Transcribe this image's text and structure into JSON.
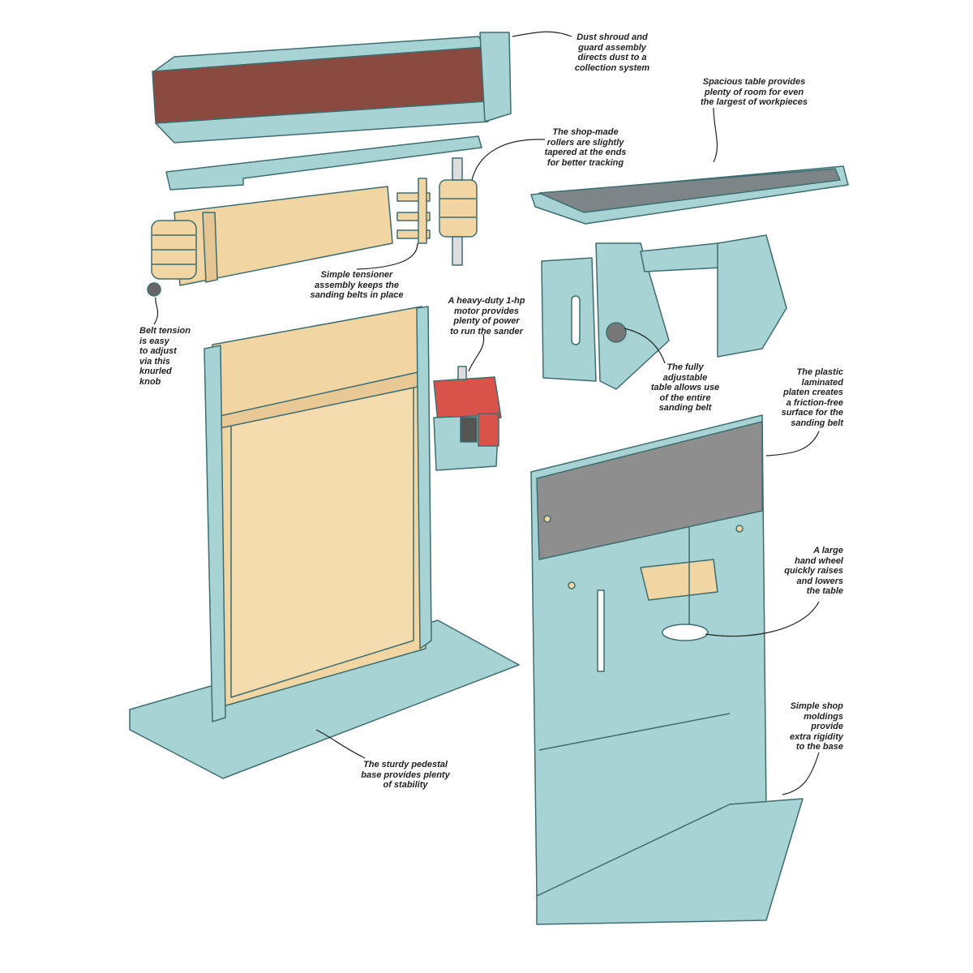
{
  "title": "Exploded view of shop-made belt sander",
  "colors": {
    "steel": "#a8d3d4",
    "outline": "#3d6d70",
    "wood": "#f1d6a4",
    "belt": "#8b4a3f",
    "platen": "#8e8e8e",
    "motor": "#d8544b"
  },
  "callouts": {
    "dust_shroud": "Dust shroud and\nguard assembly\ndirects dust to a\ncollection system",
    "table": "Spacious table provides\nplenty of room for even\nthe largest of workpieces",
    "rollers": "The shop-made\nrollers are slightly\ntapered at the ends\nfor better tracking",
    "tensioner": "Simple tensioner\nassembly keeps the\nsanding belts in place",
    "knob": "Belt tension\nis easy\nto adjust\nvia this\nknurled\nknob",
    "motor": "A heavy-duty 1-hp\nmotor provides\nplenty of power\nto run the sander",
    "adjustable_table": "The fully\nadjustable\ntable allows use\nof the entire\nsanding belt",
    "platen": "The plastic\nlaminated\nplaten creates\na friction-free\nsurface for the\nsanding belt",
    "hand_wheel": "A large\nhand wheel\nquickly raises\nand lowers\nthe table",
    "moldings": "Simple shop\nmoldings\nprovide\nextra rigidity\nto the base",
    "pedestal": "The sturdy pedestal\nbase provides plenty\nof stability"
  }
}
